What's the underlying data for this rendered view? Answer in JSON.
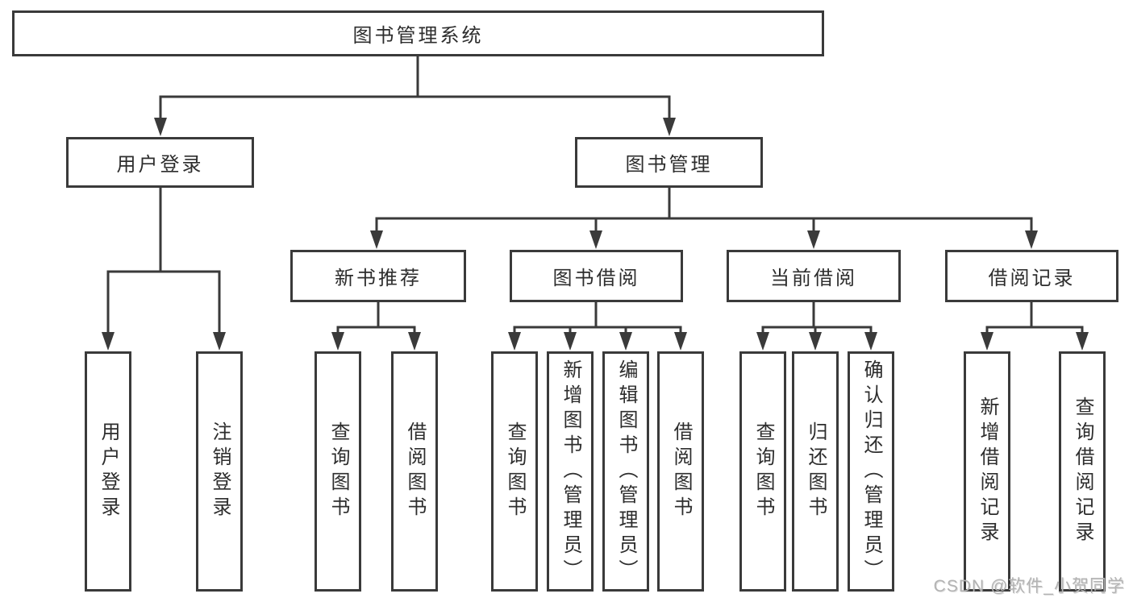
{
  "tree": {
    "root": "图书管理系统",
    "user_login": {
      "label": "用户登录",
      "children": [
        "用户登录",
        "注销登录"
      ]
    },
    "book_management": {
      "label": "图书管理",
      "groups": [
        {
          "label": "新书推荐",
          "children": [
            "查询图书",
            "借阅图书"
          ]
        },
        {
          "label": "图书借阅",
          "children": [
            "查询图书",
            "新增图书（管理员）",
            "编辑图书（管理员）",
            "借阅图书"
          ]
        },
        {
          "label": "当前借阅",
          "children": [
            "查询图书",
            "归还图书",
            "确认归还（管理员）"
          ]
        },
        {
          "label": "借阅记录",
          "children": [
            "新增借阅记录",
            "查询借阅记录"
          ]
        }
      ]
    }
  },
  "colors": {
    "line": "#3a3a3a",
    "text": "#2d2d2d",
    "watermark": "#b3b3b3"
  },
  "watermark": "CSDN @软件_小贺同学"
}
